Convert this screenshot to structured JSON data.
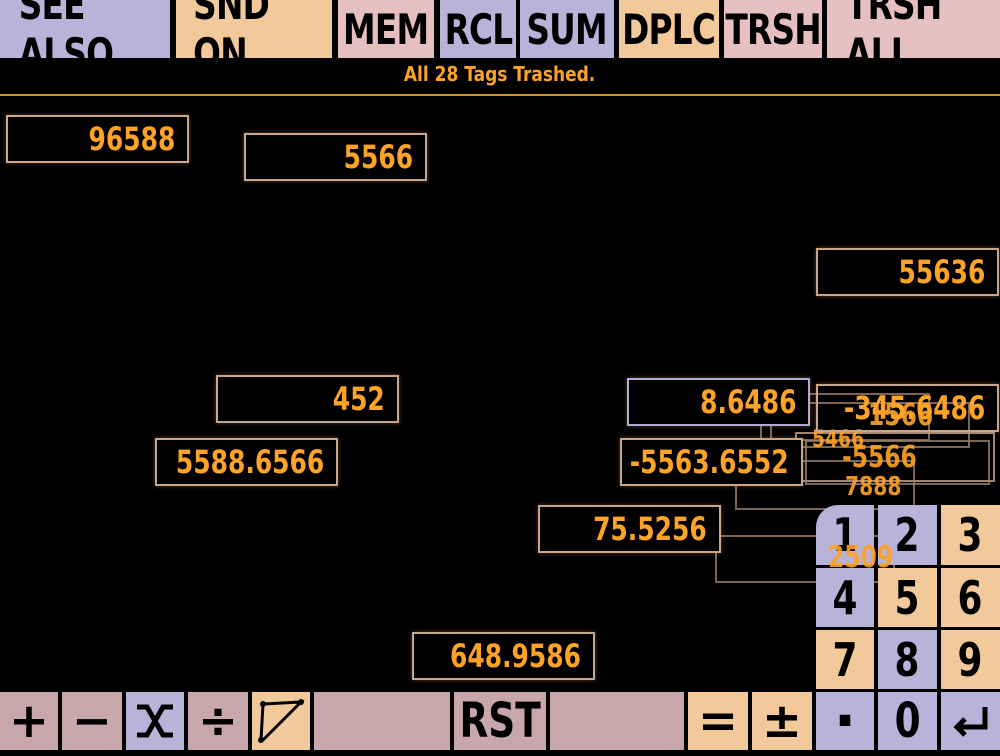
{
  "toolbar": {
    "see_also": "SEE ALSO",
    "snd_on": "SND ON",
    "mem": "MEM",
    "rcl": "RCL",
    "sum": "SUM",
    "dplc": "DPLC",
    "trsh": "TRSH",
    "trsh_all": "TRSH ALL"
  },
  "status_message": "All 28 Tags Trashed.",
  "tags": [
    "96588",
    "5566",
    "55636",
    "452",
    "8.6486",
    "5588.6566",
    "-5563.6552",
    "75.5256",
    "648.9586",
    "-345.6486"
  ],
  "overlap_numbers": [
    "1566",
    "5466",
    "-5566",
    "7888",
    "2509"
  ],
  "keypad": {
    "k1": "1",
    "k2": "2",
    "k3": "3",
    "k4": "4",
    "k5": "5",
    "k6": "6",
    "k7": "7",
    "k8": "8",
    "k9": "9",
    "k0": "0",
    "dot": "·",
    "enter": "↵"
  },
  "bottom": {
    "plus": "+",
    "minus": "−",
    "div": "÷",
    "rst": "RST",
    "equals": "=",
    "plusminus": "±"
  },
  "icons": {
    "multiply": "swap-x-icon",
    "graph": "line-graph-icon",
    "enter": "enter-return-icon"
  },
  "colors": {
    "accent_orange": "#ffa326",
    "lavender": "#b7b3d9",
    "peach": "#f2c99a",
    "pink": "#e6c0c0",
    "mauve": "#c7a7ab",
    "background": "#000000"
  }
}
